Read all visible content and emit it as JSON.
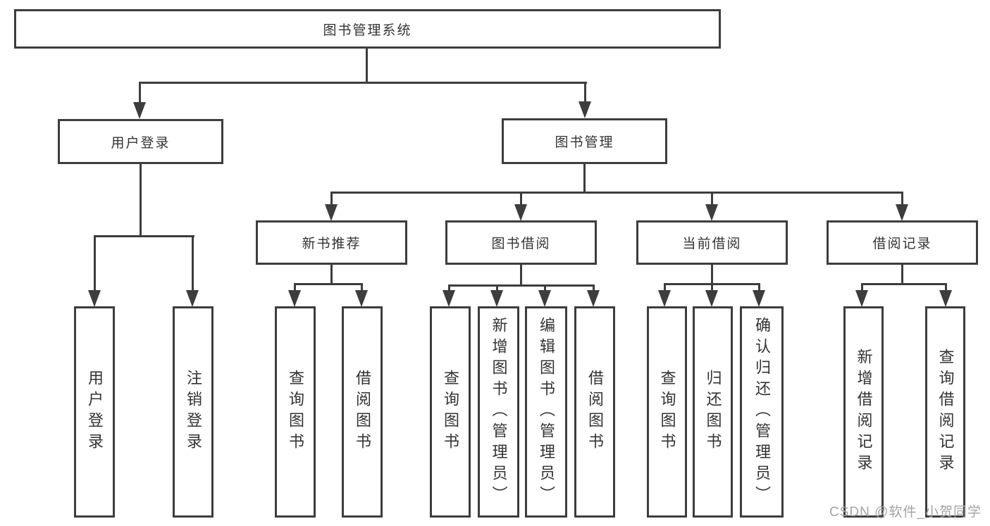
{
  "diagram_type": "tree",
  "colors": {
    "line": "#3d3d3d",
    "text": "#333333",
    "background": "#ffffff",
    "watermark": "#a3a3a3"
  },
  "watermark": {
    "text": "CSDN @软件_小贺同学"
  },
  "root": {
    "label": "图书管理系统",
    "children": [
      {
        "label": "用户登录",
        "children": [
          {
            "label": "用户登录"
          },
          {
            "label": "注销登录"
          }
        ]
      },
      {
        "label": "图书管理",
        "children": [
          {
            "label": "新书推荐",
            "children": [
              {
                "label": "查询图书"
              },
              {
                "label": "借阅图书"
              }
            ]
          },
          {
            "label": "图书借阅",
            "children": [
              {
                "label": "查询图书"
              },
              {
                "label": "新增图书（管理员）"
              },
              {
                "label": "编辑图书（管理员）"
              },
              {
                "label": "借阅图书"
              }
            ]
          },
          {
            "label": "当前借阅",
            "children": [
              {
                "label": "查询图书"
              },
              {
                "label": "归还图书"
              },
              {
                "label": "确认归还（管理员）"
              }
            ]
          },
          {
            "label": "借阅记录",
            "children": [
              {
                "label": "新增借阅记录"
              },
              {
                "label": "查询借阅记录"
              }
            ]
          }
        ]
      }
    ]
  }
}
